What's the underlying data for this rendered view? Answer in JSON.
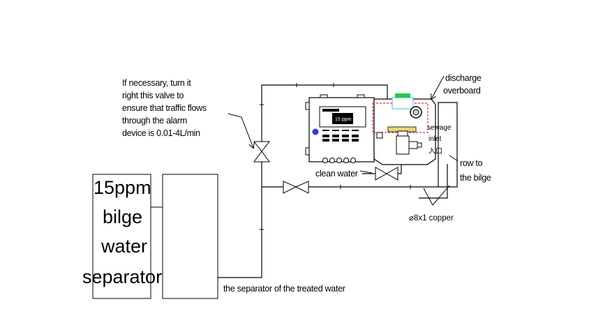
{
  "labels": {
    "valve_note": [
      "If necessary, turn it",
      "right this valve to",
      "ensure that traffic flows",
      "through the alarm",
      "device is 0.01-4L/min"
    ],
    "discharge": [
      "discharge",
      "overboard"
    ],
    "sewage": [
      "sewage",
      "inlet",
      "入口"
    ],
    "flow_to_bilge": [
      "row to",
      "the bilge"
    ],
    "clean_water": "clean water",
    "copper": "⌀8x1 copper",
    "separator_box": [
      "15ppm",
      "bilge",
      "water",
      "separator"
    ],
    "treated_water": "the separator of the treated water",
    "display_value": "15 ppm"
  },
  "colors": {
    "line": "#000000",
    "panel_red": "#e23030",
    "indicator_green": "#22c84a",
    "sensor_cyan": "#57c7d8",
    "button_blue": "#3a3ad0",
    "fitting_yellow": "#e8d870"
  },
  "icons": [
    "valve-icon",
    "alarm-panel-icon",
    "sensor-unit-icon"
  ]
}
